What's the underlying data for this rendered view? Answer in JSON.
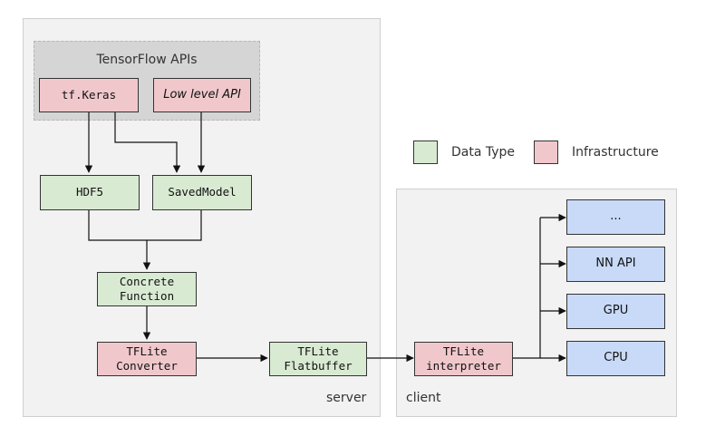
{
  "colors": {
    "data_type": "#d9ead3",
    "infrastructure": "#f0c8cc",
    "hardware": "#c9daf8",
    "panel": "#f2f2f2",
    "group": "#d5d5d5"
  },
  "legend": {
    "data_type": "Data Type",
    "infrastructure": "Infrastructure"
  },
  "server": {
    "label": "server",
    "group_title": "TensorFlow APIs",
    "tf_keras": "tf.Keras",
    "low_level_api": "Low level API",
    "hdf5": "HDF5",
    "saved_model": "SavedModel",
    "concrete_function": "Concrete\nFunction",
    "tflite_converter": "TFLite\nConverter",
    "tflite_flatbuffer": "TFLite\nFlatbuffer"
  },
  "client": {
    "label": "client",
    "tflite_interpreter": "TFLite\ninterpreter",
    "targets": [
      "...",
      "NN API",
      "GPU",
      "CPU"
    ]
  }
}
